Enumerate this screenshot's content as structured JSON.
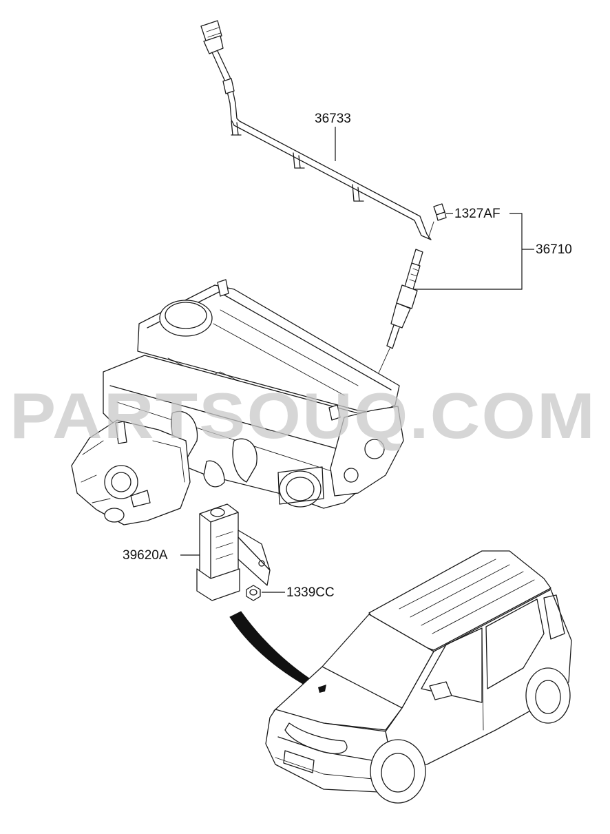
{
  "watermark": "PARTSOUQ.COM",
  "labels": {
    "harness": "36733",
    "nut": "1327AF",
    "glow_plug_group": "36710",
    "relay": "39620A",
    "relay_nut": "1339CC"
  }
}
